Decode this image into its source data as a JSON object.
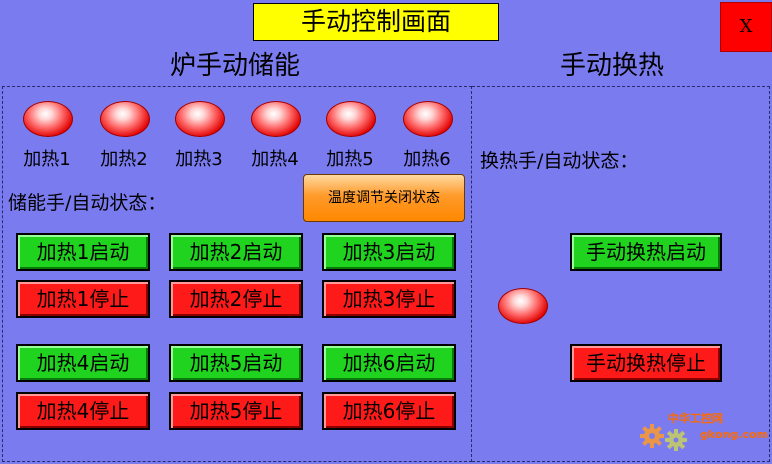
{
  "window": {
    "title": "手动控制画面",
    "close_label": "X"
  },
  "left_section": {
    "title": "炉手动储能",
    "lamps": [
      {
        "label": "加热1"
      },
      {
        "label": "加热2"
      },
      {
        "label": "加热3"
      },
      {
        "label": "加热4"
      },
      {
        "label": "加热5"
      },
      {
        "label": "加热6"
      }
    ],
    "status_label": "储能手/自动状态：",
    "temp_button_label": "温度调节关闭状态",
    "start_buttons": [
      "加热1启动",
      "加热2启动",
      "加热3启动",
      "加热4启动",
      "加热5启动",
      "加热6启动"
    ],
    "stop_buttons": [
      "加热1停止",
      "加热2停止",
      "加热3停止",
      "加热4停止",
      "加热5停止",
      "加热6停止"
    ]
  },
  "right_section": {
    "title": "手动换热",
    "status_label": "换热手/自动状态：",
    "start_button_label": "手动换热启动",
    "stop_button_label": "手动换热停止"
  },
  "watermark": {
    "line1": "中华工控网",
    "line2": "gkong.com"
  },
  "colors": {
    "background": "#7b7bf0",
    "title_bg": "#ffff00",
    "close_bg": "#ff0000",
    "start_green": "#1fd31f",
    "stop_red": "#ff1a1a",
    "temp_orange": "#ff8800",
    "lamp_red": "#e00000"
  }
}
